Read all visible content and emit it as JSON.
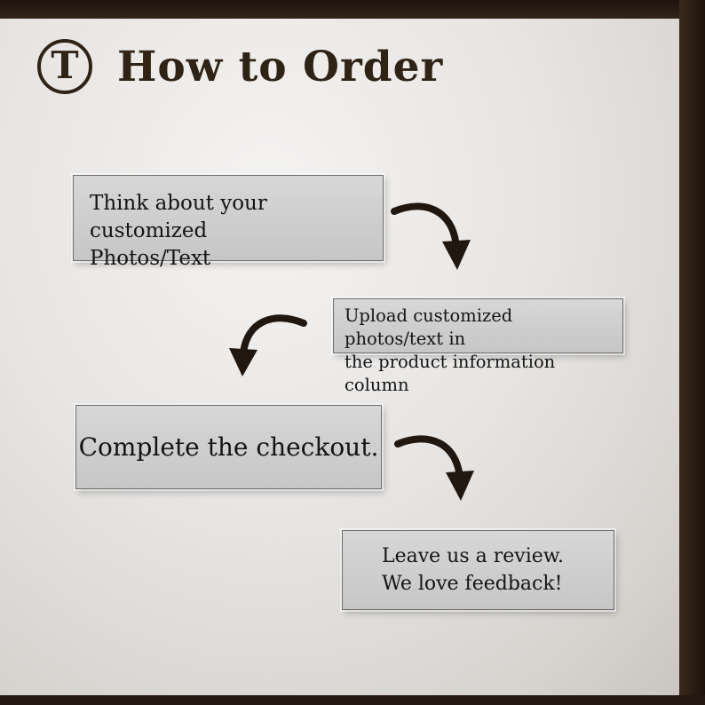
{
  "header": {
    "title": "How to Order",
    "logo_letter": "T"
  },
  "steps": [
    {
      "lines": [
        "Think about your customized",
        "Photos/Text"
      ]
    },
    {
      "lines": [
        "Upload customized photos/text in",
        "the product information column"
      ]
    },
    {
      "lines": [
        "Complete the checkout."
      ]
    },
    {
      "lines": [
        "Leave us a review.",
        "We love feedback!"
      ]
    }
  ],
  "colors": {
    "frame": "#241810",
    "title_text": "#2e2315",
    "box_background": "#cccccc",
    "box_border": "#6e6e6e",
    "arrow": "#1f1710",
    "page_background": "#e7e5e3"
  }
}
